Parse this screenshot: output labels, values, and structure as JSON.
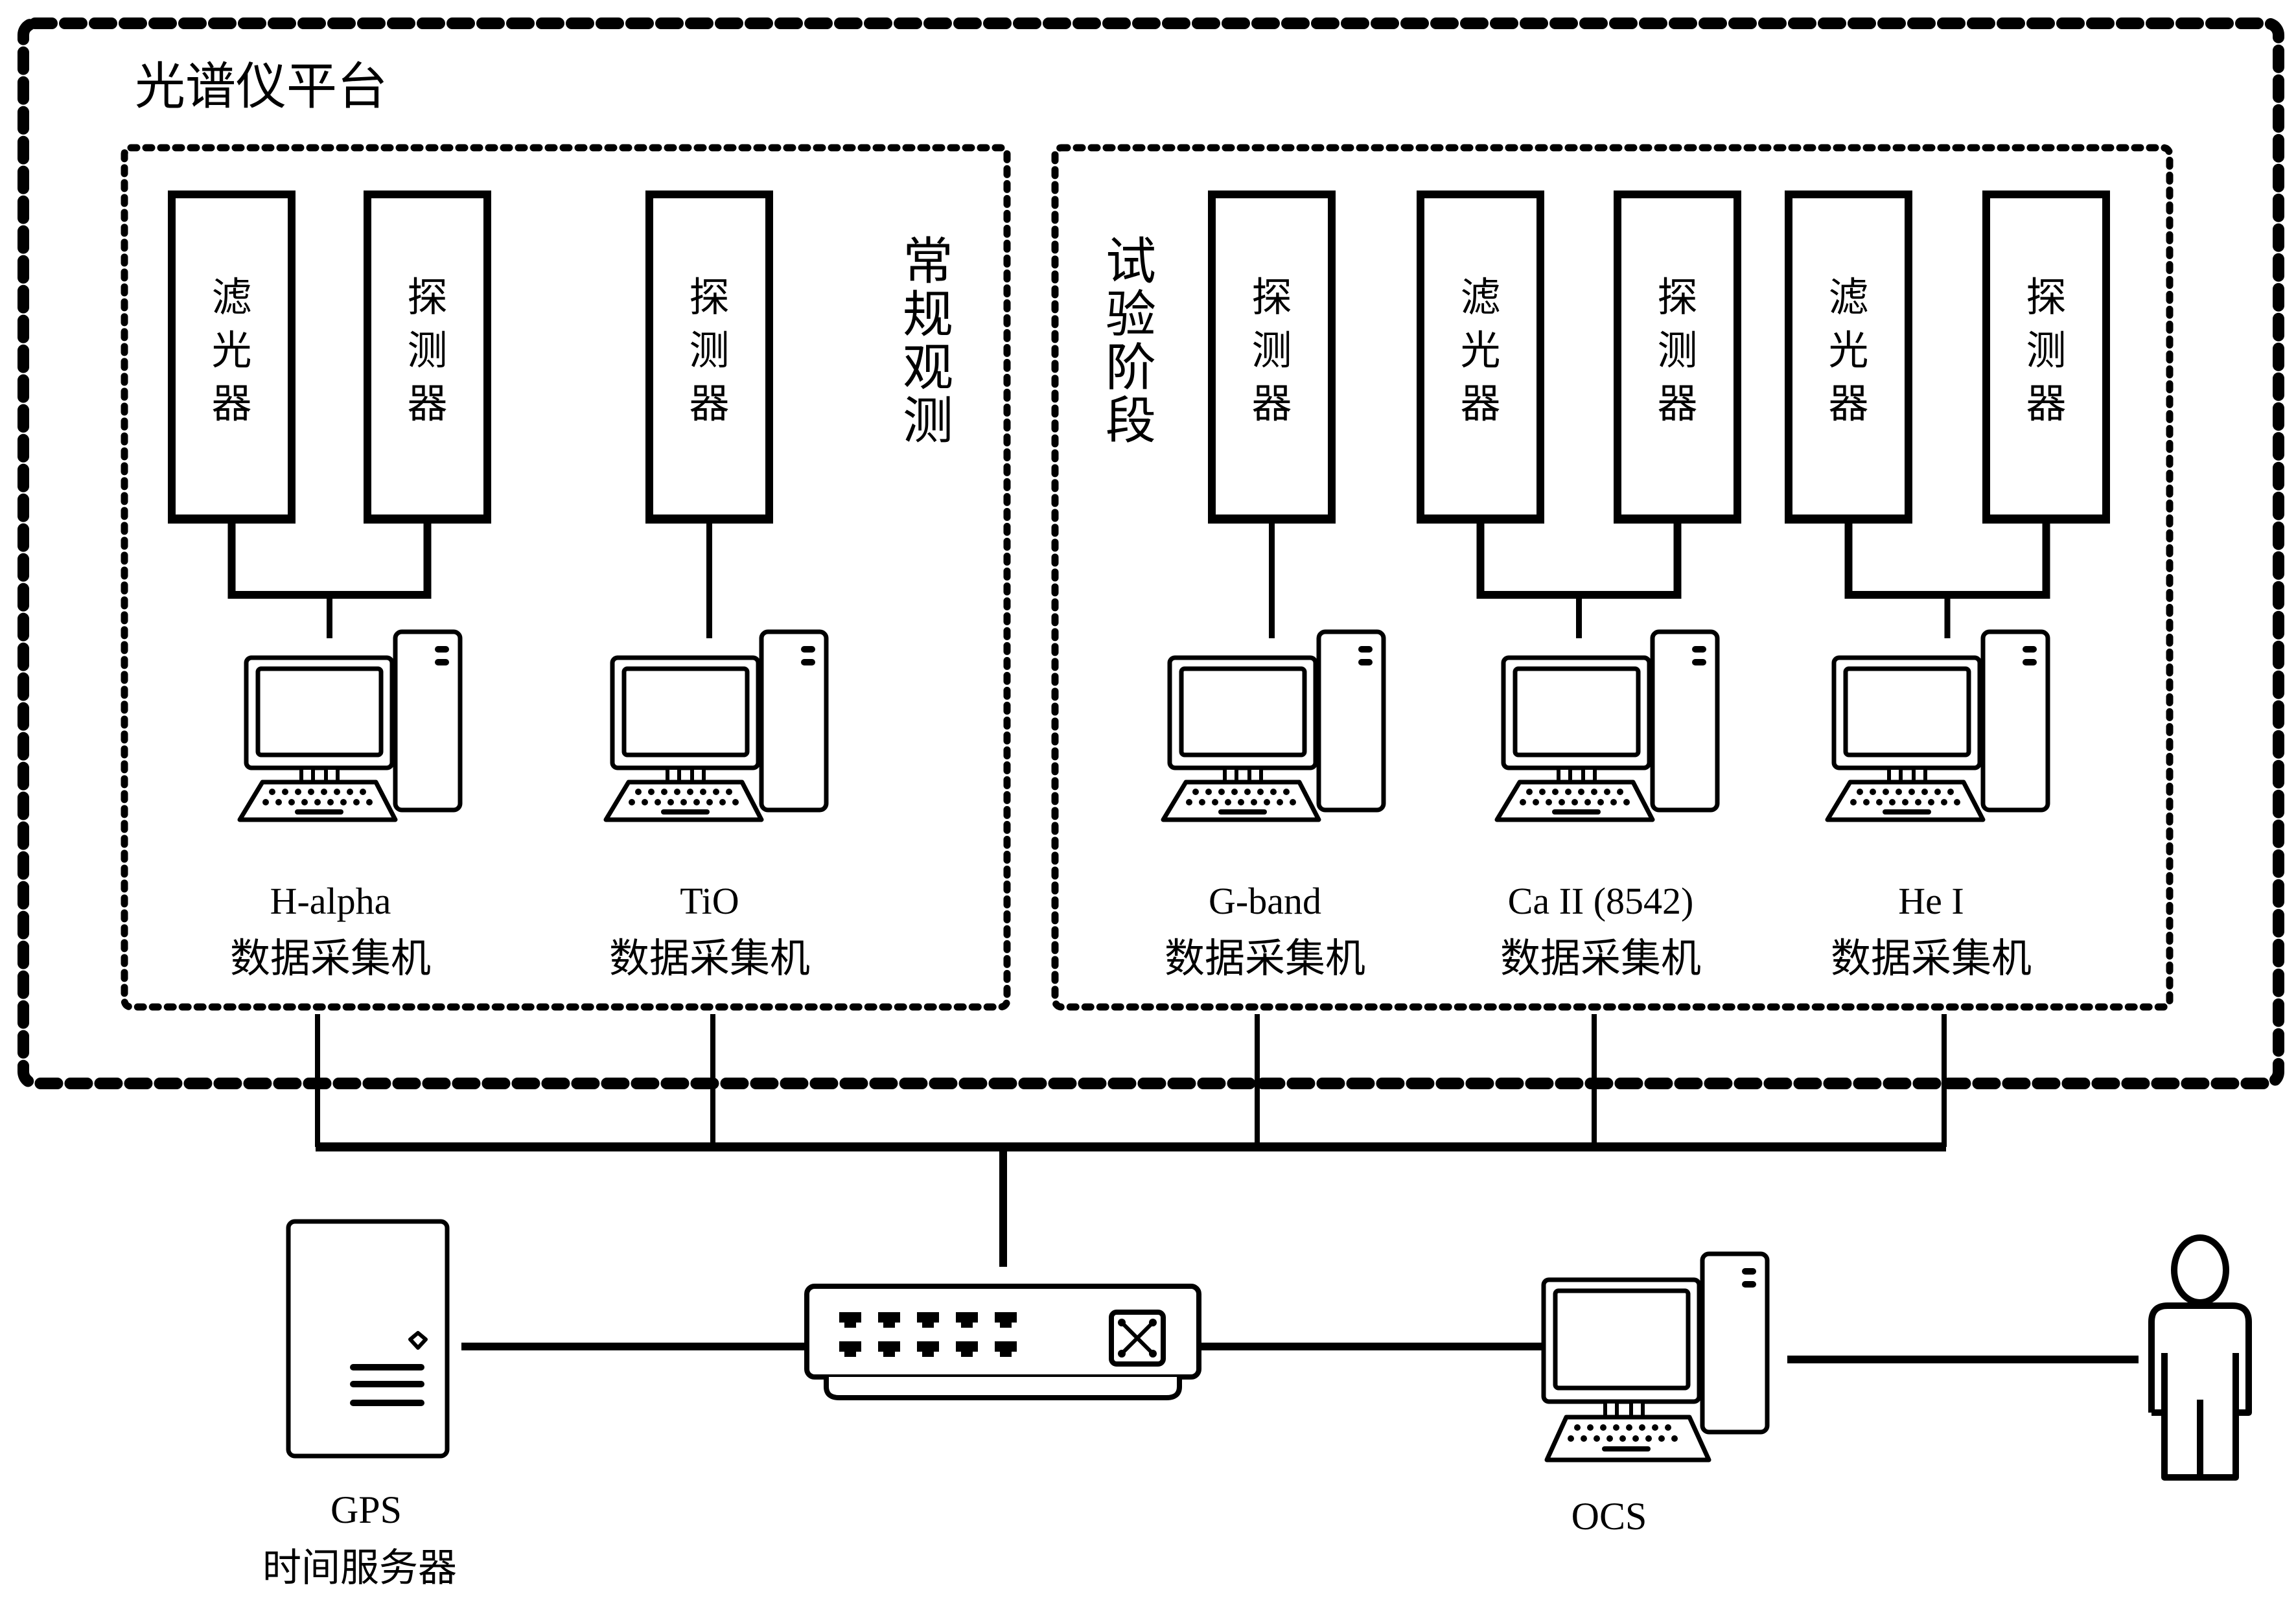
{
  "platform": {
    "title": "光谱仪平台"
  },
  "groups": [
    {
      "id": "routine",
      "label": "常规观测",
      "stations": [
        {
          "name": "H-alpha",
          "role": "数据采集机",
          "instruments": [
            "滤光器",
            "探测器"
          ]
        },
        {
          "name": "TiO",
          "role": "数据采集机",
          "instruments": [
            "探测器"
          ]
        }
      ]
    },
    {
      "id": "trial",
      "label": "试验阶段",
      "stations": [
        {
          "name": "G-band",
          "role": "数据采集机",
          "instruments": [
            "探测器"
          ]
        },
        {
          "name": "Ca II (8542)",
          "role": "数据采集机",
          "instruments": [
            "滤光器",
            "探测器"
          ]
        },
        {
          "name": "He I",
          "role": "数据采集机",
          "instruments": [
            "滤光器",
            "探测器"
          ]
        }
      ]
    }
  ],
  "network": {
    "switch": {
      "icon": "network-switch-icon"
    },
    "gps": {
      "name": "GPS",
      "role": "时间服务器",
      "icon": "server-tower-icon"
    },
    "ocs": {
      "name": "OCS",
      "icon": "desktop-computer-icon"
    },
    "operator": {
      "icon": "person-icon"
    }
  },
  "colors": {
    "stroke": "#000000",
    "background": "#ffffff"
  }
}
